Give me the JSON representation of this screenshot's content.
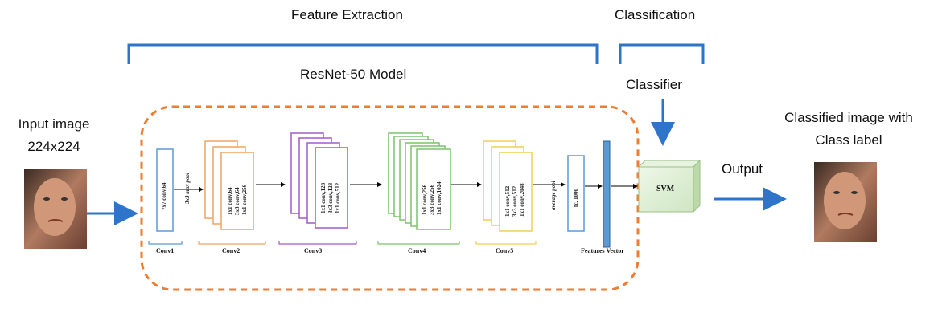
{
  "titles": {
    "feature_extraction": "Feature Extraction",
    "classification": "Classification",
    "model": "ResNet-50 Model",
    "classifier": "Classifier"
  },
  "input": {
    "line1": "Input image",
    "line2": "224x224"
  },
  "output": {
    "label": "Output",
    "title_line1": "Classified image with",
    "title_line2": "Class label"
  },
  "svm": "SVM",
  "stages": {
    "conv1": {
      "label": "Conv1",
      "layer": "7x7 conv,64"
    },
    "maxpool": "3x3 max pool",
    "conv2": {
      "label": "Conv2",
      "layers": [
        "1x1 conv,64",
        "3x3 conv,64",
        "1x1 conv,256"
      ]
    },
    "conv3": {
      "label": "Conv3",
      "layers": [
        "1x1 conv,128",
        "3x3 conv,128",
        "1x1 conv,512"
      ]
    },
    "conv4": {
      "label": "Conv4",
      "layers": [
        "1x1 conv,256",
        "3x3 conv,256",
        "1x1 conv,1024"
      ]
    },
    "conv5": {
      "label": "Conv5",
      "layers": [
        "1x1 conv,512",
        "3x3 conv,512",
        "1x1 conv,2048"
      ]
    },
    "avgpool": "average pool",
    "fc": "fc, 1000",
    "features": "Features Vector"
  },
  "colors": {
    "blue": "#2e74c8",
    "orange": "#ed7d31",
    "conv2": "#f4a460",
    "conv3": "#a05cc8",
    "conv4": "#7cc46a",
    "conv5": "#f0d050",
    "fc": "#5a9bd5"
  }
}
